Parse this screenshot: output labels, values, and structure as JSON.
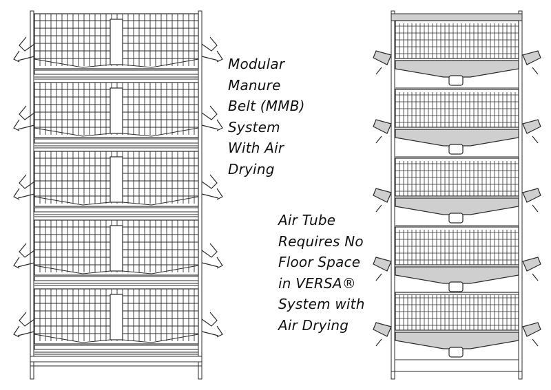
{
  "captions": {
    "mmb": [
      "Modular",
      "Manure",
      "Belt (MMB)",
      "System",
      "With Air",
      "Drying"
    ],
    "versa": [
      "Air Tube",
      "Requires No",
      "Floor Space",
      "in VERSA®",
      "System with",
      "Air Drying"
    ]
  },
  "colors": {
    "line": "#2a2a2a",
    "panel_fill": "#cfcfcf",
    "background": "#ffffff"
  },
  "tiers": 5
}
